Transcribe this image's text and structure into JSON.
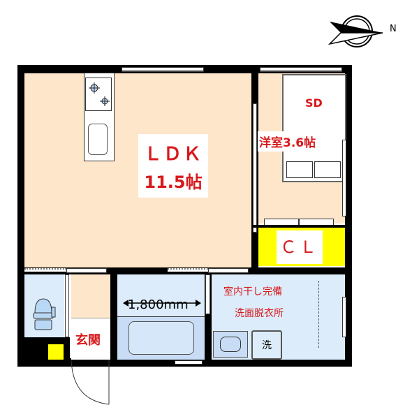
{
  "compass": {
    "label": "N",
    "icon": "north-arrow-icon"
  },
  "rooms": {
    "ldk": {
      "name": "ＬＤＫ",
      "size": "11.5帖",
      "color": "#fde6c9"
    },
    "western": {
      "name": "洋室3.6帖",
      "color": "#fde6c9"
    },
    "storage_door": {
      "label": "SD"
    },
    "closet": {
      "label": "ＣＬ",
      "color": "#ffff00"
    },
    "entrance": {
      "label": "玄関"
    },
    "bath": {
      "dimension": "1,800mm",
      "color": "#dcecfb"
    },
    "washroom": {
      "line1": "室内干し完備",
      "line2": "洗面脱衣所",
      "color": "#dcecfb"
    },
    "washer": {
      "label": "洗"
    },
    "toilet": {
      "color": "#dcecfb"
    }
  },
  "colors": {
    "text_accent": "#d9181b",
    "wall": "#000000",
    "wood_floor": "#fde6c9",
    "wet_floor": "#dcecfb",
    "closet": "#ffff00"
  }
}
